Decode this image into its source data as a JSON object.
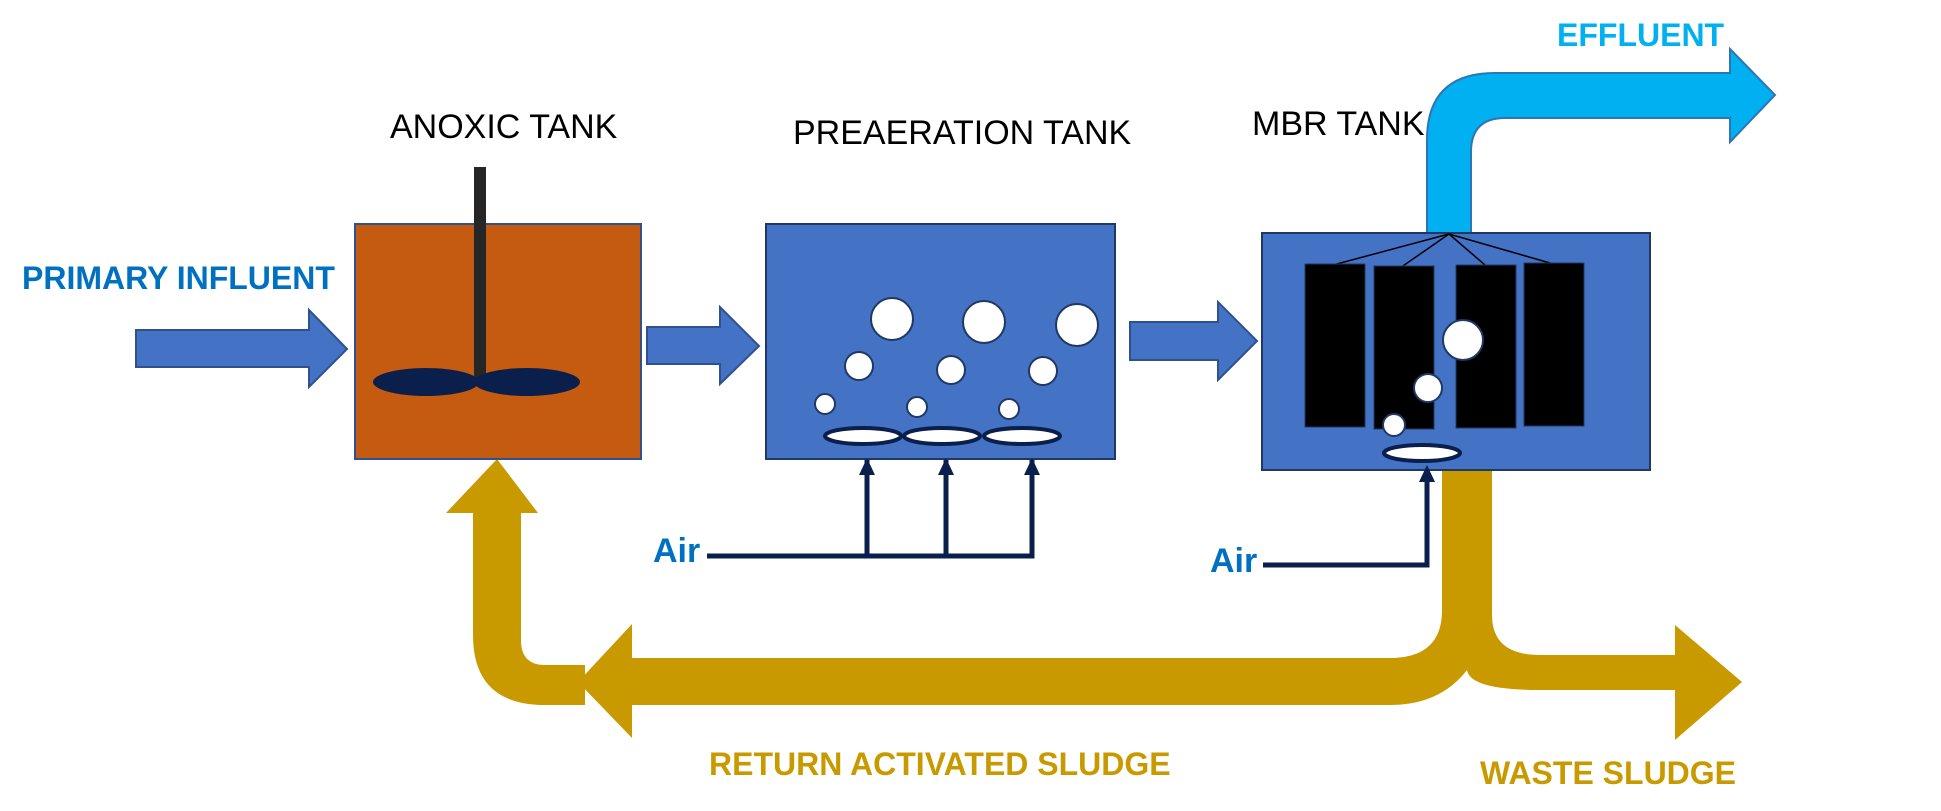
{
  "labels": {
    "primary_influent": "PRIMARY INFLUENT",
    "anoxic_tank": "ANOXIC TANK",
    "preaeration_tank": "PREAERATION TANK",
    "mbr_tank": "MBR TANK",
    "effluent": "EFFLUENT",
    "air_preaeration": "Air",
    "air_mbr": "Air",
    "return_activated_sludge": "RETURN ACTIVATED SLUDGE",
    "waste_sludge": "WASTE SLUDGE"
  },
  "colors": {
    "influent_text": "#0070C0",
    "flow_arrow": "#4472C4",
    "anoxic_fill": "#C55A11",
    "tank_fill": "#4472C4",
    "dark_navy": "#0B1F4D",
    "effluent": "#00B0F0",
    "sludge": "#C99A00",
    "membrane": "#000000"
  }
}
